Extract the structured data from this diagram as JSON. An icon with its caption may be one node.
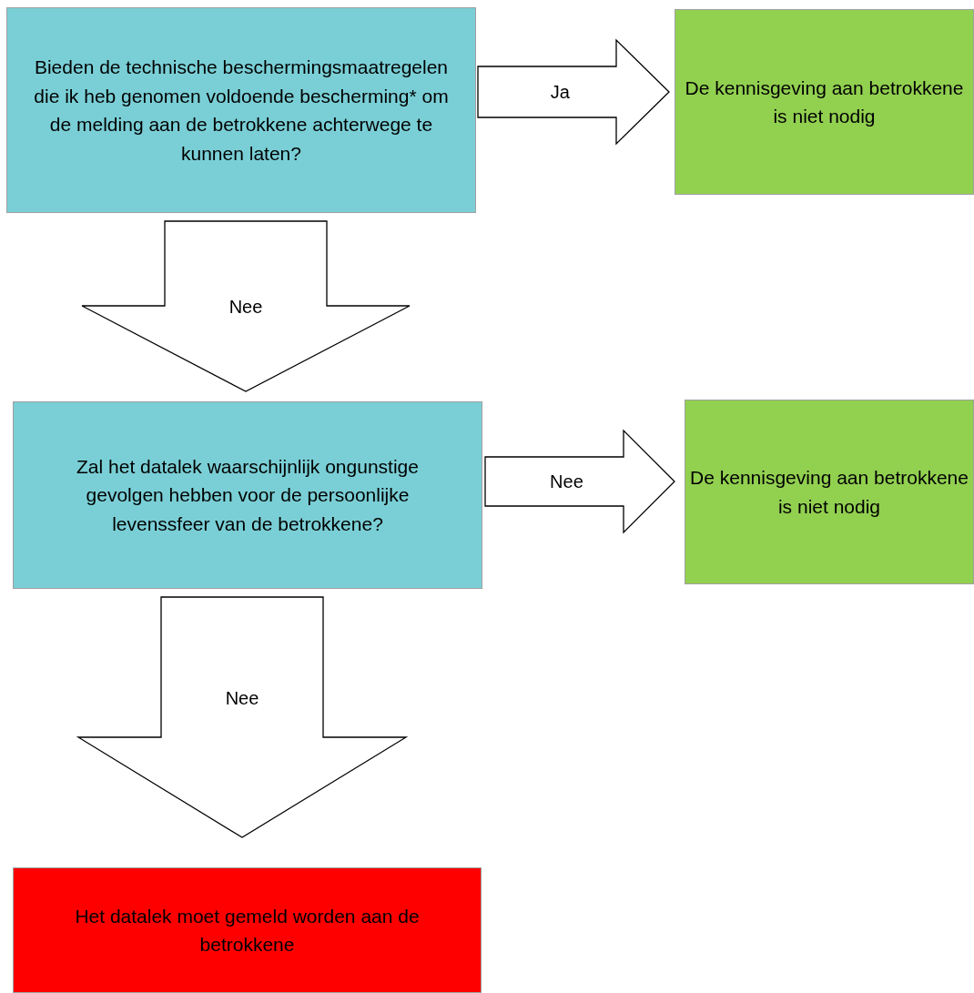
{
  "diagram": {
    "nodes": [
      {
        "text": [
          "Bieden de technische beschermingsmaatregelen die ik heb genomen voldoende bescherming* om de melding aan de betrokkene achterwege te kunnen laten?"
        ]
      },
      {
        "text": [
          "De kennisgeving aan betrokkene is niet nodig"
        ]
      },
      {
        "text": [
          "Zal het datalek waarschijnlijk ongunstige gevolgen hebben voor de persoonlijke levenssfeer van de betrokkene?"
        ]
      },
      {
        "text": [
          "De kennisgeving aan betrokkene is niet nodig"
        ]
      },
      {
        "text": [
          "Het datalek moet gemeld worden aan de betrokkene"
        ]
      }
    ],
    "edges": [
      {
        "from": 0,
        "to": 1,
        "arrow": "to",
        "label": "Ja"
      },
      {
        "from": 0,
        "to": 2,
        "arrow": "to",
        "label": "Nee"
      },
      {
        "from": 2,
        "to": 3,
        "arrow": "to",
        "label": "Nee"
      },
      {
        "from": 2,
        "to": 4,
        "arrow": "to",
        "label": "Nee"
      }
    ]
  }
}
